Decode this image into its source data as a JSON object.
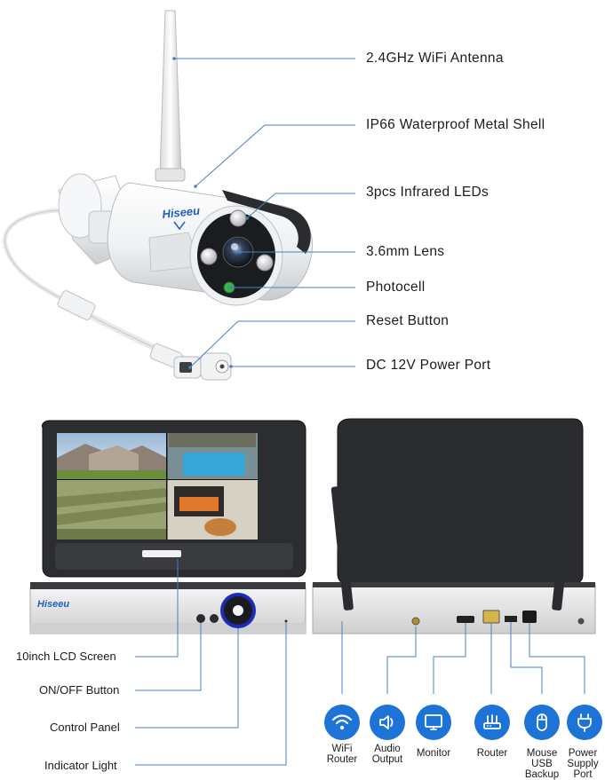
{
  "brand": "Hiseeu",
  "camera_callouts": [
    {
      "id": "antenna",
      "label": "2.4GHz WiFi Antenna"
    },
    {
      "id": "shell",
      "label": "IP66 Waterproof Metal Shell"
    },
    {
      "id": "leds",
      "label": "3pcs Infrared LEDs"
    },
    {
      "id": "lens",
      "label": "3.6mm Lens"
    },
    {
      "id": "photocell",
      "label": "Photocell"
    },
    {
      "id": "reset",
      "label": "Reset Button"
    },
    {
      "id": "power",
      "label": "DC 12V Power Port"
    }
  ],
  "nvr_front_callouts": [
    {
      "id": "lcd",
      "label": "10inch LCD Screen"
    },
    {
      "id": "onoff",
      "label": "ON/OFF Button"
    },
    {
      "id": "panel",
      "label": "Control Panel"
    },
    {
      "id": "indicator",
      "label": "Indicator Light"
    }
  ],
  "nvr_rear_ports": [
    {
      "id": "wifi",
      "icon": "wifi-router-icon",
      "label_line1": "WiFi",
      "label_line2": "Router",
      "label_line3": ""
    },
    {
      "id": "audio",
      "icon": "speaker-icon",
      "label_line1": "Audio",
      "label_line2": "Output",
      "label_line3": ""
    },
    {
      "id": "monitor",
      "icon": "monitor-icon",
      "label_line1": "Monitor",
      "label_line2": "",
      "label_line3": ""
    },
    {
      "id": "router",
      "icon": "router-icon",
      "label_line1": "Router",
      "label_line2": "",
      "label_line3": ""
    },
    {
      "id": "mouse",
      "icon": "mouse-icon",
      "label_line1": "Mouse",
      "label_line2": "USB",
      "label_line3": "Backup"
    },
    {
      "id": "power",
      "icon": "power-plug-icon",
      "label_line1": "Power",
      "label_line2": "Supply",
      "label_line3": "Port"
    }
  ],
  "colors": {
    "accent": "#1e74d6",
    "callout_line": "#4a7fc0",
    "device_dark": "#2b2b2b",
    "device_silver": "#e6e6e6"
  }
}
